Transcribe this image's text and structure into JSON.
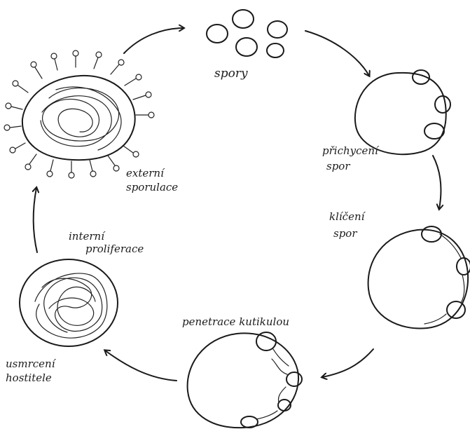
{
  "labels": {
    "spory": "spory",
    "prichyceni": "přichycení",
    "prichyceni_2": "spor",
    "kliceni": "klíčení",
    "kliceni_2": "spor",
    "penetrace": "penetrace kutikulou",
    "usmrceni": "usmrcení",
    "usmrceni_2": "hostitele",
    "interni": "interní",
    "interni_2": "proliferace",
    "externi": "externí",
    "externi_2": "sporulace"
  },
  "colors": {
    "ink": "#1a1a1a",
    "background": "#ffffff"
  }
}
